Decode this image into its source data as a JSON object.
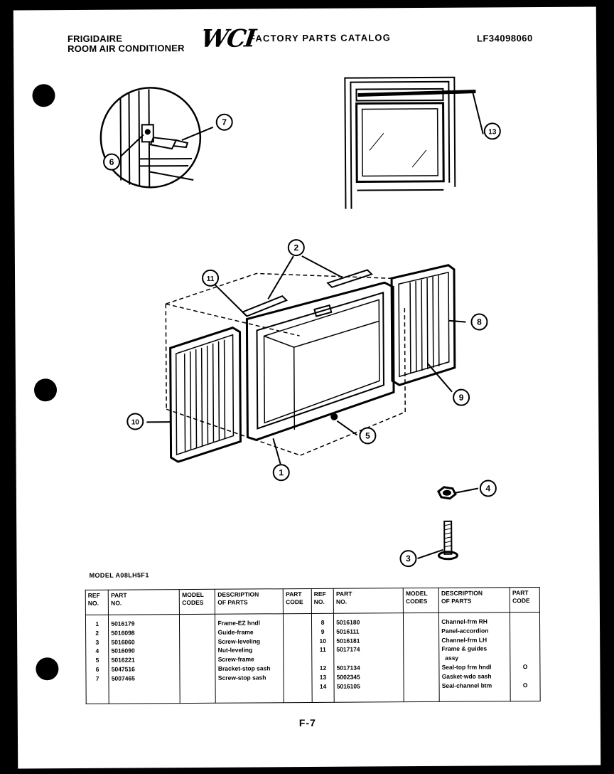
{
  "header": {
    "brand": "FRIGIDAIRE",
    "product": "ROOM AIR CONDITIONER",
    "logo": "WCI",
    "catalog_title": "FACTORY PARTS CATALOG",
    "catalog_code": "LF34098060"
  },
  "callouts": {
    "c1": "1",
    "c2": "2",
    "c3": "3",
    "c4": "4",
    "c5": "5",
    "c6": "6",
    "c7": "7",
    "c8": "8",
    "c9": "9",
    "c10": "10",
    "c11": "11",
    "c13": "13"
  },
  "model_line": "MODEL A08LH5F1",
  "table": {
    "headers": {
      "ref": "REF\nNO.",
      "part": "PART\nNO.",
      "model": "MODEL\nCODES",
      "desc": "DESCRIPTION\nOF PARTS",
      "code": "PART\nCODE"
    },
    "left": {
      "refs": "1\n2\n3\n4\n5\n6\n7",
      "parts": "5016179\n5016098\n5016060\n5016090\n5016221\n5047516\n5007465",
      "models": "",
      "descs": "Frame-EZ hndl\nGuide-frame\nScrew-leveling\nNut-leveling\nScrew-frame\nBracket-stop sash\nScrew-stop sash",
      "codes": ""
    },
    "right": {
      "refs": "8\n9\n10\n11\n\n12\n13\n14",
      "parts": "5016180\n5016111\n5016181\n5017174\n\n5017134\n5002345\n5016105",
      "models": "",
      "descs": "Channel-frm RH\nPanel-accordion\nChannel-frm LH\nFrame & guides\n  assy\nSeal-top frm hndl\nGasket-wdo sash\nSeal-channel btm",
      "codes": "\n\n\n\n\nO\n\nO"
    }
  },
  "footer": "F-7"
}
